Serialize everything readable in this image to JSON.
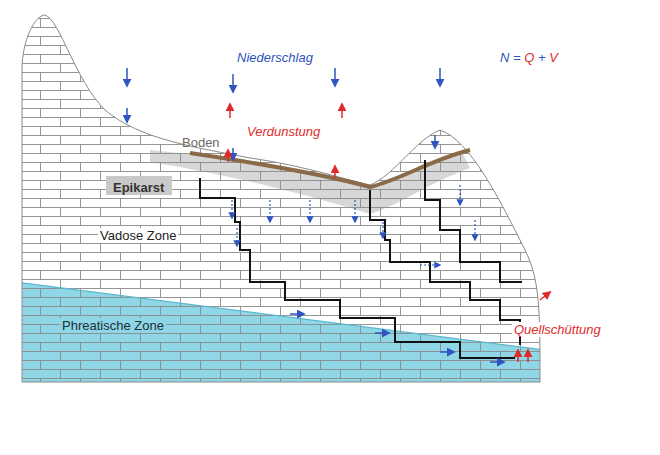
{
  "diagram": {
    "nodes": [
      {
        "text": [
          "Epikarst"
        ]
      }
    ],
    "labels": [
      "Niederschlag",
      "N = Q + V",
      "Verdunstung",
      "Boden",
      "Vadose Zone",
      "Phreatische Zone",
      "Quellschüttung"
    ]
  }
}
